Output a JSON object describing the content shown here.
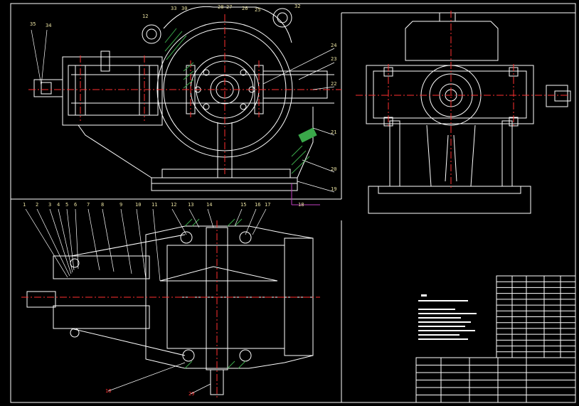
{
  "canvas": {
    "background": "#000000",
    "line_color": "#ffffff",
    "centerline_color": "#ff3030",
    "hatch_color": "#3aa84a",
    "accent_magenta": "#c040c0",
    "label_yellow": "#e8e0a0",
    "label_red": "#ff3030"
  },
  "callouts_top": [
    "33",
    "30",
    "28",
    "27",
    "26",
    "25",
    "24",
    "23",
    "22",
    "21",
    "20",
    "19",
    "12",
    "35",
    "34",
    "18",
    "32"
  ],
  "callouts_bottom": [
    "1",
    "2",
    "3",
    "4",
    "5",
    "6",
    "7",
    "8",
    "9",
    "10",
    "11",
    "12",
    "13",
    "14",
    "15",
    "16",
    "17"
  ],
  "callouts_red": [
    "18",
    "29"
  ],
  "title_block": {
    "rows": 14
  }
}
